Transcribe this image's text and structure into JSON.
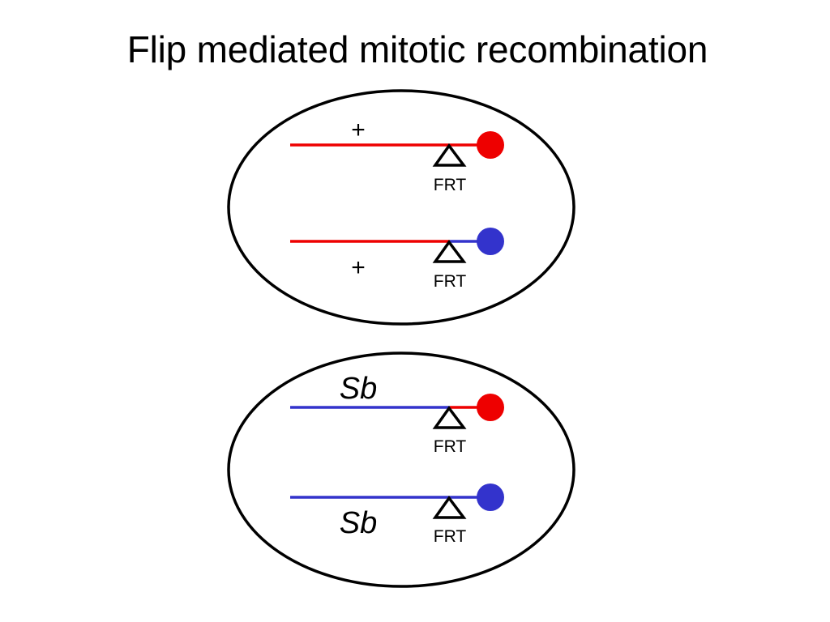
{
  "slide": {
    "title": "Flip mediated mitotic recombination"
  },
  "colors": {
    "red": "#ee0000",
    "blue": "#3333cc",
    "outline": "#000000"
  },
  "cells": [
    {
      "chromosomes": [
        {
          "allele": "+",
          "arm_color": "red",
          "centromere_color": "red",
          "site_label": "FRT"
        },
        {
          "allele": "+",
          "arm_color": "red",
          "centromere_color": "blue",
          "site_label": "FRT"
        }
      ]
    },
    {
      "chromosomes": [
        {
          "allele": "Sb",
          "arm_color": "blue",
          "centromere_color": "red",
          "site_label": "FRT"
        },
        {
          "allele": "Sb",
          "arm_color": "blue",
          "centromere_color": "blue",
          "site_label": "FRT"
        }
      ]
    }
  ]
}
